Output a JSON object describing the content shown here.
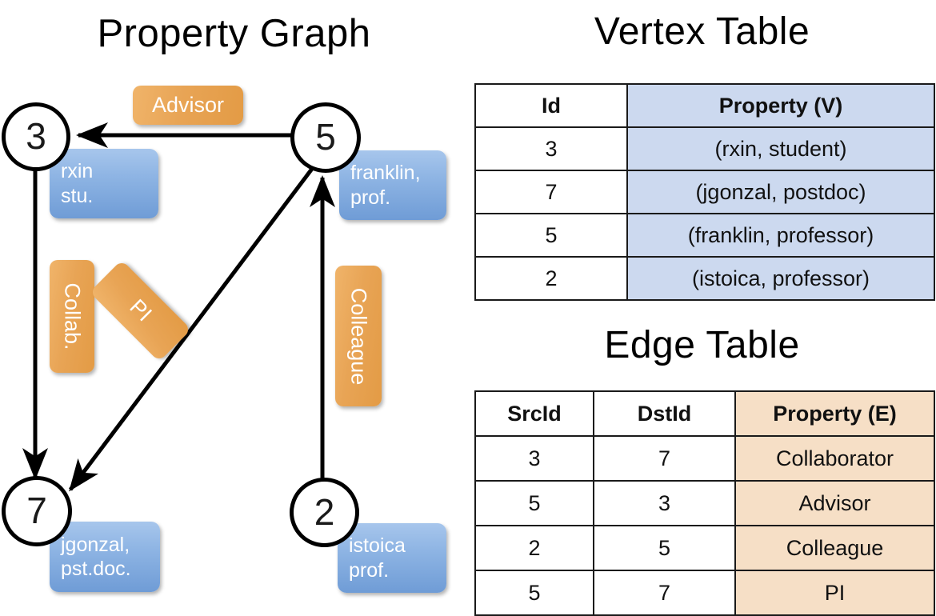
{
  "figure": {
    "graph_title": "Property Graph",
    "vertex_title": "Vertex Table",
    "edge_title": "Edge Table"
  },
  "colors": {
    "vertex_property_fill": "#ccd9ef",
    "edge_property_fill": "#f6dfc6",
    "vertex_box_fill": "#8fb5e4",
    "edge_label_fill": "#e8a455",
    "stroke": "#000000",
    "background": "#ffffff"
  },
  "graph": {
    "nodes": [
      {
        "id": "3",
        "property_line1": "rxin",
        "property_line2": "stu."
      },
      {
        "id": "5",
        "property_line1": "franklin,",
        "property_line2": "prof."
      },
      {
        "id": "7",
        "property_line1": "jgonzal,",
        "property_line2": "pst.doc."
      },
      {
        "id": "2",
        "property_line1": "istoica",
        "property_line2": "prof."
      }
    ],
    "edge_labels": [
      {
        "name": "advisor-label",
        "text": "Advisor"
      },
      {
        "name": "collab-label",
        "text": "Collab."
      },
      {
        "name": "pi-label",
        "text": "PI"
      },
      {
        "name": "colleague-label",
        "text": "Colleague"
      }
    ],
    "edges": [
      {
        "from": "5",
        "to": "3",
        "label": "Advisor"
      },
      {
        "from": "3",
        "to": "7",
        "label": "Collab."
      },
      {
        "from": "5",
        "to": "7",
        "label": "PI"
      },
      {
        "from": "2",
        "to": "5",
        "label": "Colleague"
      }
    ]
  },
  "vertex_table": {
    "headers": [
      "Id",
      "Property (V)"
    ],
    "rows": [
      {
        "id": "3",
        "property": "(rxin, student)"
      },
      {
        "id": "7",
        "property": "(jgonzal, postdoc)"
      },
      {
        "id": "5",
        "property": "(franklin, professor)"
      },
      {
        "id": "2",
        "property": "(istoica, professor)"
      }
    ]
  },
  "edge_table": {
    "headers": [
      "SrcId",
      "DstId",
      "Property (E)"
    ],
    "rows": [
      {
        "src": "3",
        "dst": "7",
        "property": "Collaborator"
      },
      {
        "src": "5",
        "dst": "3",
        "property": "Advisor"
      },
      {
        "src": "2",
        "dst": "5",
        "property": "Colleague"
      },
      {
        "src": "5",
        "dst": "7",
        "property": "PI"
      }
    ]
  }
}
